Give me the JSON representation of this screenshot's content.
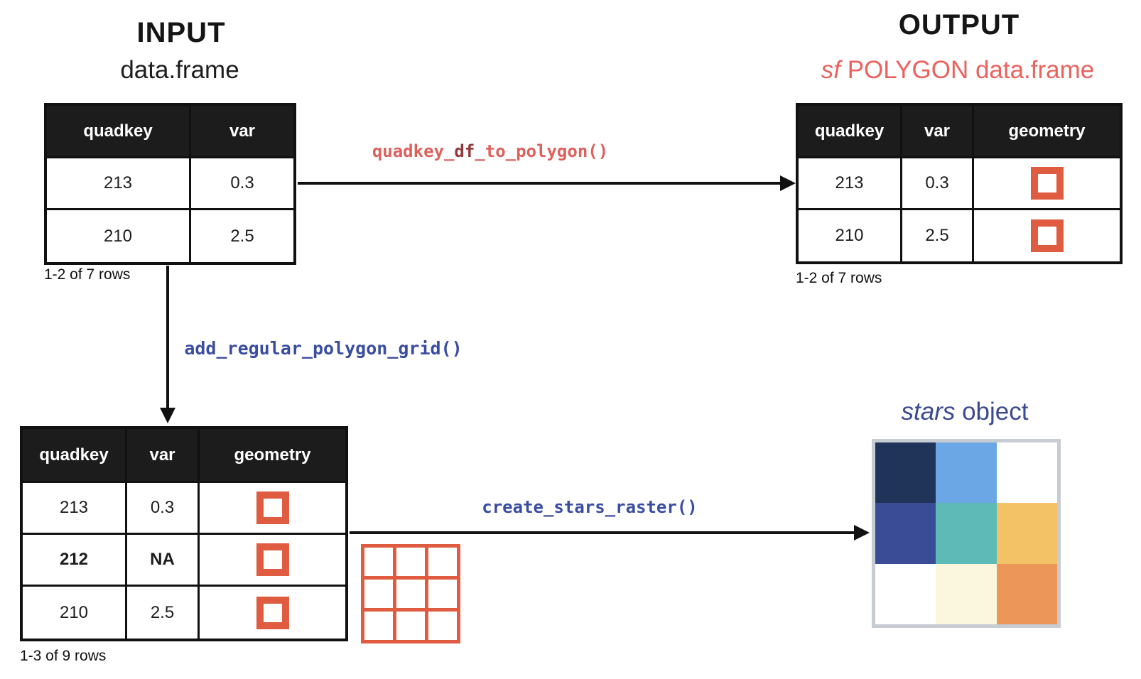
{
  "input": {
    "title": "INPUT",
    "subtitle": "data.frame",
    "table": {
      "headers": [
        "quadkey",
        "var"
      ],
      "rows": [
        [
          "213",
          "0.3"
        ],
        [
          "210",
          "2.5"
        ]
      ],
      "footnote": "1-2 of 7 rows"
    }
  },
  "output": {
    "title": "OUTPUT",
    "subtitle_italic": "sf",
    "subtitle_rest": " POLYGON data.frame",
    "table": {
      "headers": [
        "quadkey",
        "var",
        "geometry"
      ],
      "rows": [
        [
          "213",
          "0.3"
        ],
        [
          "210",
          "2.5"
        ]
      ],
      "geometry_icon": "polygon-square",
      "footnote": "1-2 of 7 rows"
    }
  },
  "grid_table": {
    "headers": [
      "quadkey",
      "var",
      "geometry"
    ],
    "rows": [
      [
        "213",
        "0.3"
      ],
      [
        "212",
        "NA"
      ],
      [
        "210",
        "2.5"
      ]
    ],
    "footnote": "1-3 of 9 rows"
  },
  "functions": {
    "to_polygon_prefix": "quadkey_",
    "to_polygon_emphasis": "df",
    "to_polygon_suffix": "_to_polygon()",
    "add_grid": "add_regular_polygon_grid()",
    "create_raster": "create_stars_raster()"
  },
  "stars": {
    "title_italic": "stars",
    "title_rest": " object",
    "raster_colors": [
      [
        "#203459",
        "#6aa7e4",
        "#ffffff"
      ],
      [
        "#3a4c95",
        "#5dbab6",
        "#f3c166"
      ],
      [
        "#ffffff",
        "#faf7de",
        "#ed9659"
      ]
    ]
  },
  "colors": {
    "salmon_title": "#ea625e",
    "salmon_code": "#dd605c",
    "maroon_code": "#943638",
    "blue_code": "#3b4da0",
    "blue_title": "#3b4a8f",
    "orange_polygon": "#e05c40",
    "header_bg": "#1c1c1c",
    "raster_border": "#c7ccd3"
  }
}
